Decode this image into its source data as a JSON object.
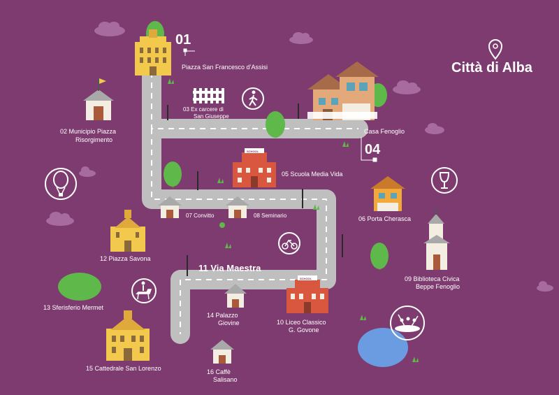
{
  "title": "Città di Alba",
  "icons": {
    "pin": "location-pin-icon",
    "pedestrian": "walking-person-icon",
    "balloon": "hot-air-balloon-icon",
    "wine": "wine-glass-icon",
    "bike": "bicycle-icon",
    "horse": "horse-rider-icon",
    "rafting": "rafting-boat-icon"
  },
  "colors": {
    "background": "#7e3b6f",
    "road": "#bfbfbf",
    "tree": "#5fb84a",
    "building_yellow": "#f2c94c",
    "building_red": "#d9573e",
    "water": "#6b9be0"
  },
  "places": {
    "p01_num": "01",
    "p01": "Piazza San Francesco d’Assisi",
    "p02a": "02  Municipio Piazza",
    "p02b": "Risorgimento",
    "p03a": "03  Ex carcere di",
    "p03b": "San Giuseppe",
    "p04_name": "Casa Fenoglio",
    "p04_num": "04",
    "p05": "05  Scuola Media Vida",
    "p06": "06  Porta Cherasca",
    "p07": "07  Convitto",
    "p08": "08  Seminario",
    "p09a": "09  Biblioteca Civica",
    "p09b": "Beppe Fenoglio",
    "p10a": "10   Liceo Classico",
    "p10b": "G. Govone",
    "p11": "11  Via Maestra",
    "p12": "12  Piazza Savona",
    "p13": "13  Sferisferio Mermet",
    "p14a": "14   Palazzo",
    "p14b": "Giovine",
    "p15": "15   Cattedrale San Lorenzo",
    "p16a": "16   Caffè",
    "p16b": "Salisano",
    "school_sign": "SCHOOL"
  }
}
